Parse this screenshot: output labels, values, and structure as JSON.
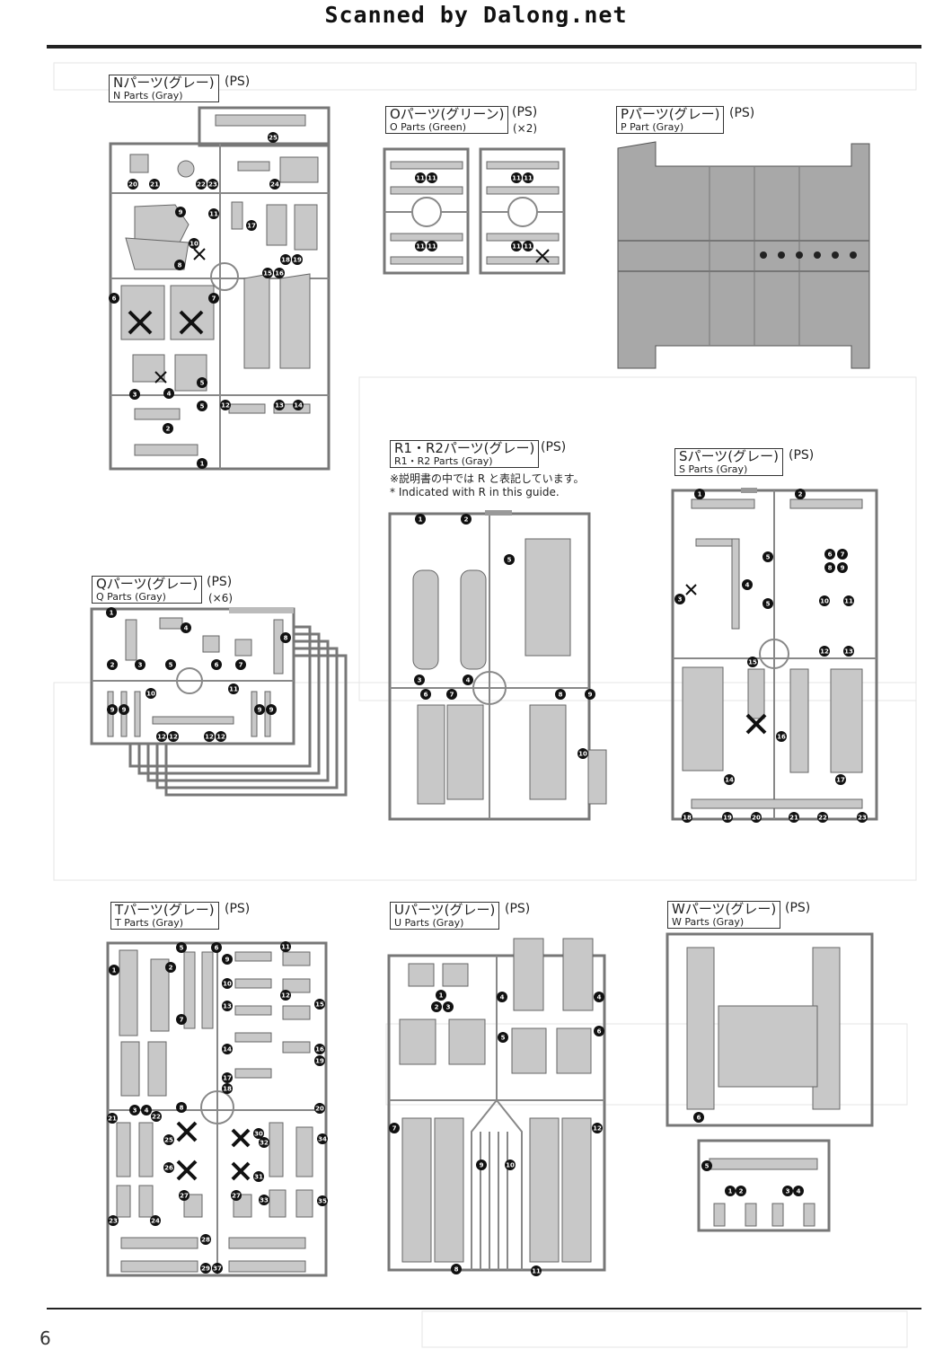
{
  "header": {
    "text": "Scanned by Dalong.net"
  },
  "page_number": "6",
  "runners": {
    "N": {
      "jp": "Nパーツ(グレー)",
      "en": "N Parts (Gray)",
      "material": "(PS)"
    },
    "O": {
      "jp": "Oパーツ(グリーン)",
      "en": "O Parts (Green)",
      "material": "(PS)",
      "multiplier": "(×2)"
    },
    "P": {
      "jp": "Pパーツ(グレー)",
      "en": "P Part (Gray)",
      "material": "(PS)"
    },
    "Q": {
      "jp": "Qパーツ(グレー)",
      "en": "Q Parts (Gray)",
      "material": "(PS)",
      "multiplier": "(×6)"
    },
    "R": {
      "jp": "R1・R2パーツ(グレー)",
      "en": "R1・R2 Parts (Gray)",
      "material": "(PS)",
      "note_jp": "※説明書の中では R と表記しています。",
      "note_en": "* Indicated with R in this guide."
    },
    "S": {
      "jp": "Sパーツ(グレー)",
      "en": "S Parts (Gray)",
      "material": "(PS)"
    },
    "T": {
      "jp": "Tパーツ(グレー)",
      "en": "T Parts (Gray)",
      "material": "(PS)"
    },
    "U": {
      "jp": "Uパーツ(グレー)",
      "en": "U Parts (Gray)",
      "material": "(PS)"
    },
    "W": {
      "jp": "Wパーツ(グレー)",
      "en": "W Parts (Gray)",
      "material": "(PS)"
    }
  },
  "part_numbers": {
    "N": [
      "25",
      "20",
      "21",
      "22",
      "23",
      "24",
      "9",
      "11",
      "17",
      "10",
      "8",
      "15",
      "16",
      "18",
      "19",
      "6",
      "7",
      "3",
      "4",
      "5",
      "5",
      "2",
      "12",
      "13",
      "14",
      "1"
    ],
    "O1": [
      "11",
      "11"
    ],
    "O2": [
      "11",
      "11"
    ],
    "Q": [
      "1",
      "2",
      "3",
      "4",
      "5",
      "6",
      "7",
      "8",
      "9",
      "9",
      "10",
      "11",
      "9",
      "9",
      "12",
      "12",
      "12",
      "12"
    ],
    "R": [
      "1",
      "2",
      "5",
      "3",
      "4",
      "6",
      "7",
      "8",
      "9",
      "10"
    ],
    "S": [
      "1",
      "2",
      "3",
      "4",
      "5",
      "5",
      "6",
      "7",
      "8",
      "9",
      "10",
      "11",
      "12",
      "13",
      "15",
      "16",
      "14",
      "17",
      "18",
      "19",
      "20",
      "21",
      "22",
      "23"
    ],
    "T": [
      "1",
      "5",
      "6",
      "11",
      "2",
      "9",
      "10",
      "12",
      "15",
      "7",
      "13",
      "14",
      "16",
      "19",
      "17",
      "18",
      "20",
      "21",
      "3",
      "4",
      "22",
      "8",
      "25",
      "26",
      "30",
      "32",
      "34",
      "27",
      "27",
      "31",
      "33",
      "35",
      "23",
      "24",
      "28",
      "29",
      "37"
    ],
    "U": [
      "1",
      "2",
      "3",
      "4",
      "5",
      "6",
      "7",
      "9",
      "10",
      "12",
      "8",
      "11"
    ],
    "W": [
      "6",
      "5",
      "1",
      "2",
      "3",
      "4"
    ]
  },
  "colors": {
    "ink": "#111111",
    "part": "#c8c8c8",
    "frame": "#777777"
  }
}
